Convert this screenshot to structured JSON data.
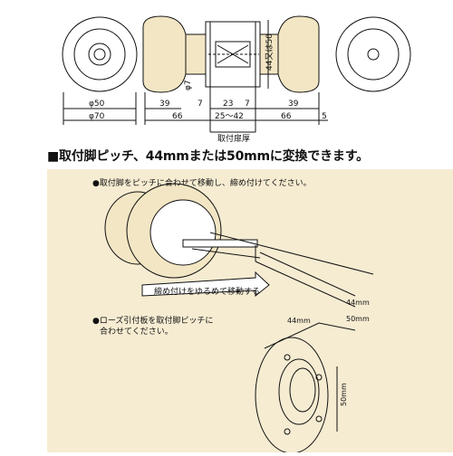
{
  "top": {
    "dims_text": [
      "φ50",
      "φ70",
      "39",
      "66",
      "7",
      "23",
      "7",
      "39",
      "66",
      "5",
      "25～42",
      "φ7"
    ],
    "vertical_label": "44又は50",
    "door_thickness_label": "取付扉厚"
  },
  "heading": "■取付脚ピッチ、44mmまたは50mmに変換できます。",
  "notes": {
    "note1": "●取付脚をピッチに合わせて移動し、締め付けてください。",
    "arrow_label": "締め付けをゆるめて移動する",
    "note2_line1": "●ローズ引付板を取付脚ピッチに",
    "note2_line2": "合わせてください。"
  },
  "diagram_labels": {
    "pitch_44": "44mm",
    "pitch_50": "50mm",
    "rose_44": "44mm",
    "rose_50": "50mm"
  },
  "colors": {
    "panel_bg": "#f6ecd2",
    "line": "#111111"
  }
}
